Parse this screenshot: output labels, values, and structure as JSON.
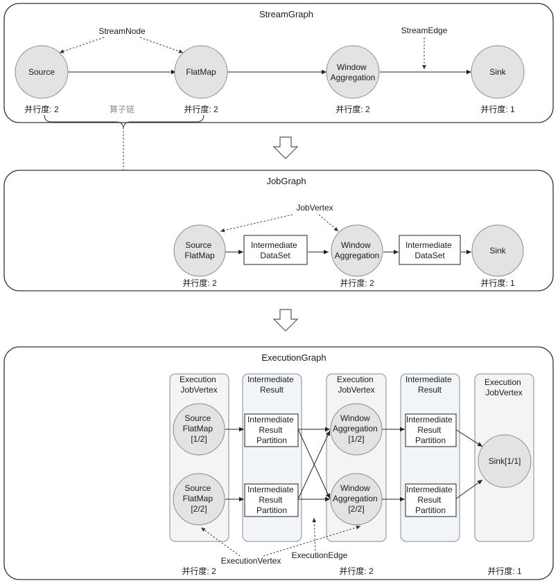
{
  "stream_graph": {
    "title": "StreamGraph",
    "nodes": [
      "Source",
      "FlatMap",
      "Window Aggregation",
      "Sink"
    ],
    "parallelism": [
      "并行度: 2",
      "并行度: 2",
      "并行度: 2",
      "并行度: 1"
    ],
    "annotations": {
      "stream_node": "StreamNode",
      "stream_edge": "StreamEdge",
      "operator_chain": "算子链"
    }
  },
  "job_graph": {
    "title": "JobGraph",
    "vertices": [
      "Source FlatMap",
      "Window Aggregation",
      "Sink"
    ],
    "datasets": [
      "Intermediate DataSet",
      "Intermediate DataSet"
    ],
    "parallelism": [
      "并行度: 2",
      "并行度: 2",
      "并行度: 1"
    ],
    "annotations": {
      "job_vertex": "JobVertex"
    }
  },
  "execution_graph": {
    "title": "ExecutionGraph",
    "columns": [
      "Execution JobVertex",
      "Intermediate Result",
      "Execution JobVertex",
      "Intermediate Result",
      "Execution JobVertex"
    ],
    "vertices": [
      "Source FlatMap [1/2]",
      "Source FlatMap [2/2]",
      "Window Aggregation [1/2]",
      "Window Aggregation [2/2]",
      "Sink[1/1]"
    ],
    "partitions": [
      "Intermediate Result Partition",
      "Intermediate Result Partition",
      "Intermediate Result Partition",
      "Intermediate Result Partition"
    ],
    "parallelism": [
      "并行度: 2",
      "并行度: 2",
      "并行度: 1"
    ],
    "annotations": {
      "execution_vertex": "ExecutionVertex",
      "execution_edge": "ExecutionEdge"
    }
  }
}
